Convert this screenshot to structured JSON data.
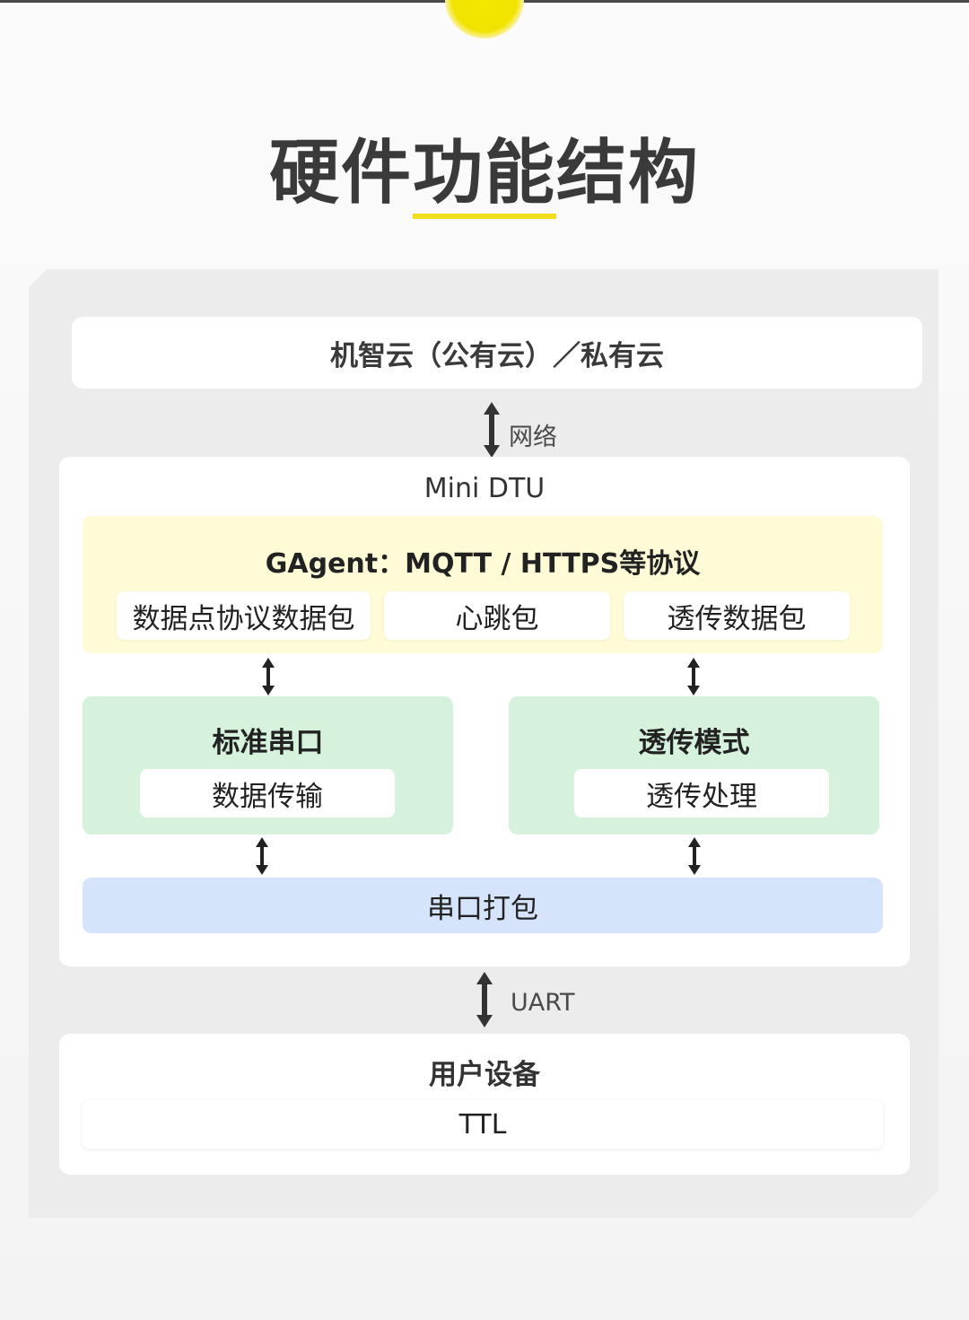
{
  "header": {
    "title": "硬件功能结构"
  },
  "diagram": {
    "cloud": "机智云（公有云）／私有云",
    "network_label": "网络",
    "dtu": {
      "title": "Mini DTU",
      "gagent": {
        "title": "GAgent：MQTT / HTTPS等协议",
        "items": [
          "数据点协议数据包",
          "心跳包",
          "透传数据包"
        ]
      },
      "standard_serial": {
        "title": "标准串口",
        "item": "数据传输"
      },
      "passthrough_mode": {
        "title": "透传模式",
        "item": "透传处理"
      },
      "serial_packing": "串口打包"
    },
    "uart_label": "UART",
    "user_device": {
      "title": "用户设备",
      "item": "TTL"
    }
  },
  "colors": {
    "accent_yellow": "#f1dd1b",
    "gagent_bg": "#fffbd7",
    "green_bg": "#d6f1dc",
    "blue_bg": "#d6e4fb",
    "panel_bg": "#ececec"
  }
}
